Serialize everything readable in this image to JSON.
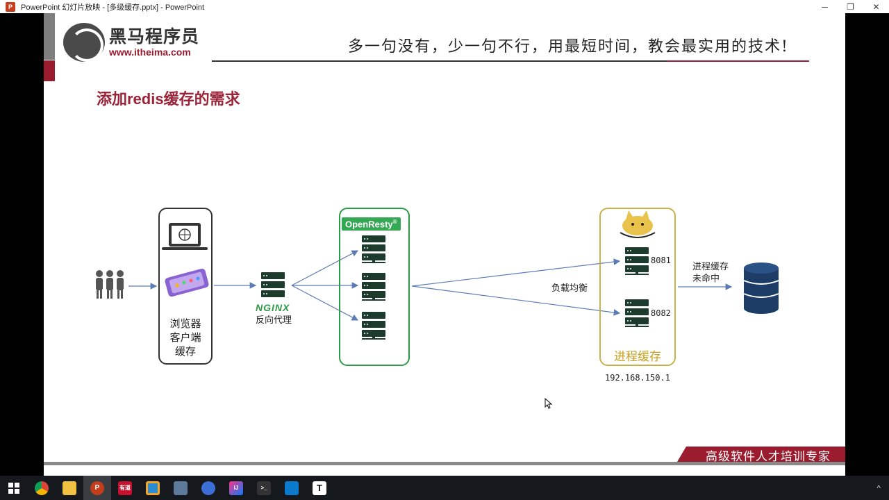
{
  "window": {
    "title": "PowerPoint 幻灯片放映 - [多级缓存.pptx] - PowerPoint",
    "app_icon_label": "P",
    "controls": {
      "minimize": "─",
      "restore": "❐",
      "close": "✕"
    }
  },
  "slide": {
    "logo_cn": "黑马程序员",
    "logo_url": "www.itheima.com",
    "slogan": "多一句没有，少一句不行，用最短时间，教会最实用的技术!",
    "title": "添加redis缓存的需求",
    "client_labels": [
      "浏览器",
      "客户端",
      "缓存"
    ],
    "nginx_logo": "NGINX",
    "nginx_caption": "反向代理",
    "openresty_label": "OpenResty",
    "openresty_mark": "®",
    "load_balance_label": "负载均衡",
    "ports": [
      "8081",
      "8082"
    ],
    "tomcat_box_label": "进程缓存",
    "ip": "192.168.150.1",
    "cache_miss_label": [
      "进程缓存",
      "未命中"
    ],
    "footer": "高级软件人才培训专家"
  },
  "taskbar": {
    "items": [
      {
        "name": "windows-start-icon",
        "label": ""
      },
      {
        "name": "chrome-icon",
        "label": ""
      },
      {
        "name": "file-explorer-icon",
        "label": ""
      },
      {
        "name": "powerpoint-icon",
        "label": "P"
      },
      {
        "name": "youdao-icon",
        "label": "有道"
      },
      {
        "name": "app-icon-2",
        "label": ""
      },
      {
        "name": "app-icon-3",
        "label": ""
      },
      {
        "name": "app-icon-4",
        "label": ""
      },
      {
        "name": "intellij-icon",
        "label": "IJ"
      },
      {
        "name": "terminal-icon",
        "label": ">_"
      },
      {
        "name": "vscode-icon",
        "label": ""
      },
      {
        "name": "typora-icon",
        "label": "T"
      }
    ],
    "tray_caret": "^"
  }
}
